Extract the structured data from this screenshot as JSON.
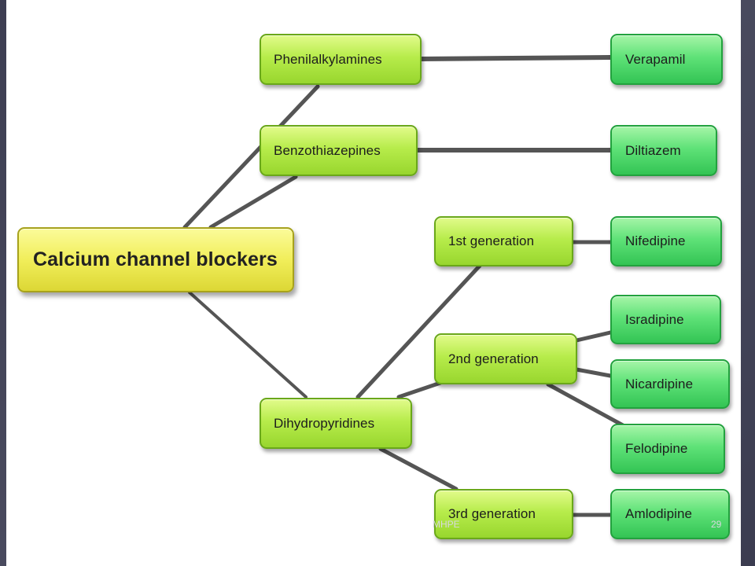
{
  "root": {
    "label": "Calcium channel blockers"
  },
  "classes": {
    "phenilalkylamines": "Phenilalkylamines",
    "benzothiazepines": "Benzothiazepines",
    "dihydropyridines": "Dihydropyridines"
  },
  "generations": {
    "first": "1st generation",
    "second": "2nd generation",
    "third": "3rd generation"
  },
  "drugs": {
    "verapamil": "Verapamil",
    "diltiazem": "Diltiazem",
    "nifedipine": "Nifedipine",
    "isradipine": "Isradipine",
    "nicardipine": "Nicardipine",
    "felodipine": "Felodipine",
    "amlodipine": "Amlodipine"
  },
  "footer": {
    "left_text": "MHPE",
    "page_number": "29"
  },
  "colors": {
    "root_fill": "#f1ee5a",
    "class_fill": "#b7ec4b",
    "drug_fill": "#5fe278",
    "connector": "#555555",
    "frame": "#45465a"
  }
}
